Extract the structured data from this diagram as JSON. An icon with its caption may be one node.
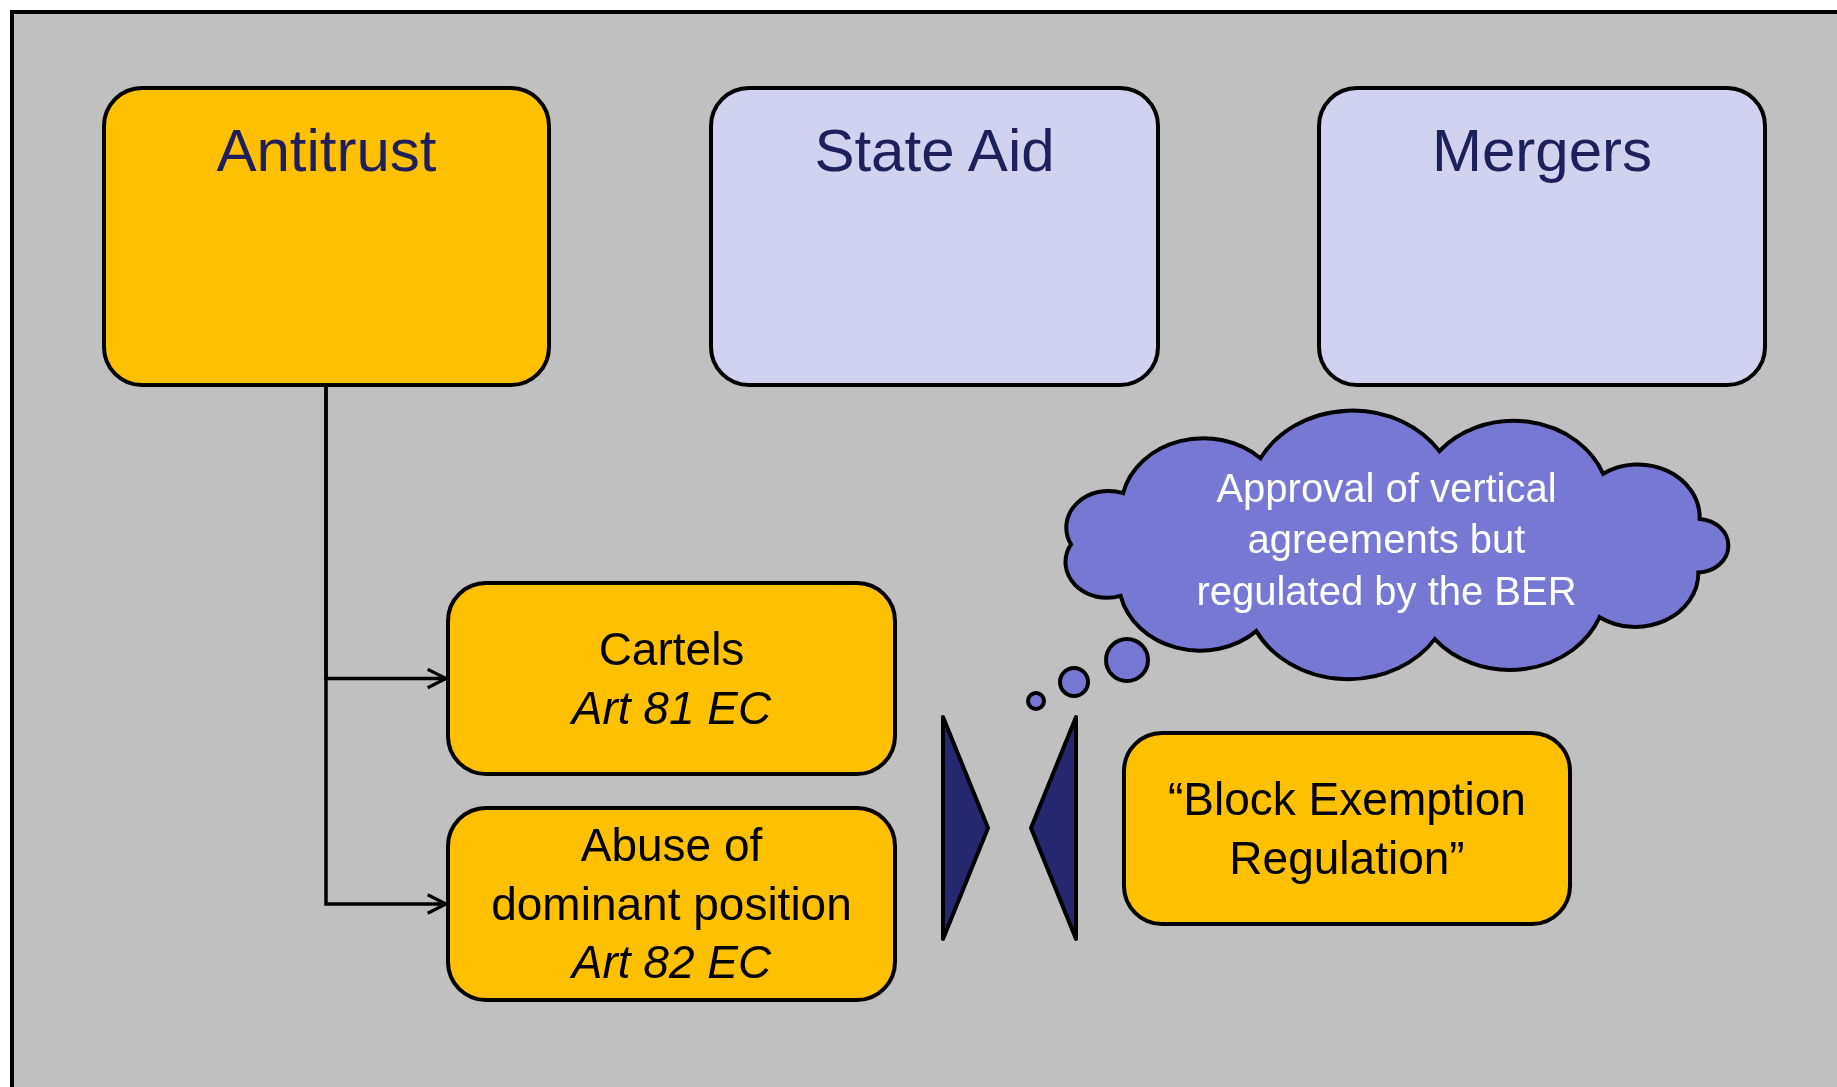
{
  "diagram": {
    "nodes": [
      {
        "text": [
          "Antitrust"
        ]
      },
      {
        "text": [
          "State Aid"
        ]
      },
      {
        "text": [
          "Mergers"
        ]
      },
      {
        "text": [
          "Approval of vertical agreements but regulated by the BER"
        ]
      },
      {
        "text": [
          "Cartels",
          "Art 81 EC"
        ]
      },
      {
        "text": [
          "“Block Exemption Regulation”"
        ]
      },
      {
        "text": [
          "Abuse of dominant position",
          "Art 82 EC"
        ]
      }
    ],
    "edges": [
      {
        "from": 0,
        "to": 4,
        "arrow": "to"
      },
      {
        "from": 0,
        "to": 6,
        "arrow": "to"
      }
    ]
  }
}
